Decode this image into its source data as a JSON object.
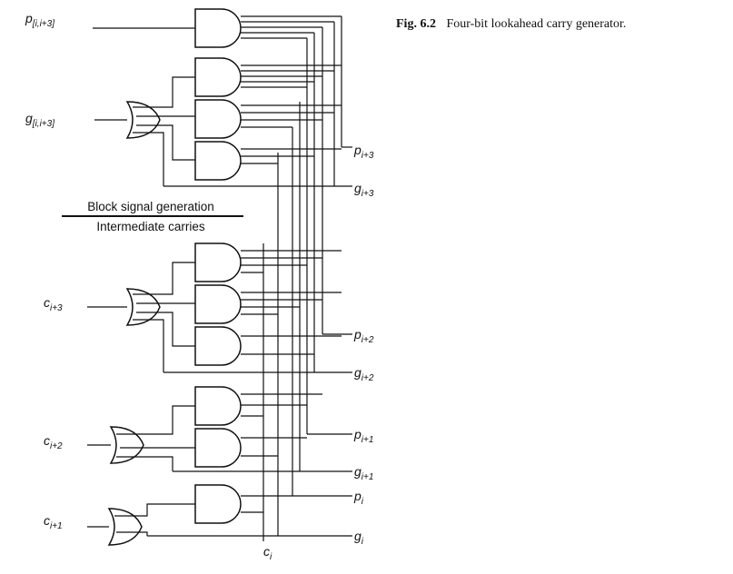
{
  "caption": {
    "fig_number": "Fig. 6.2",
    "text": "Four-bit lookahead carry generator."
  },
  "section_labels": {
    "top": "Block signal generation",
    "bottom": "Intermediate carries"
  },
  "output_labels": [
    {
      "base": "p",
      "sub": "[i,i+3]"
    },
    {
      "base": "g",
      "sub": "[i,i+3]"
    },
    {
      "base": "c",
      "sub": "i+3"
    },
    {
      "base": "c",
      "sub": "i+2"
    },
    {
      "base": "c",
      "sub": "i+1"
    }
  ],
  "input_labels": [
    {
      "base": "p",
      "sub": "i+3"
    },
    {
      "base": "g",
      "sub": "i+3"
    },
    {
      "base": "p",
      "sub": "i+2"
    },
    {
      "base": "g",
      "sub": "i+2"
    },
    {
      "base": "p",
      "sub": "i+1"
    },
    {
      "base": "g",
      "sub": "i+1"
    },
    {
      "base": "p",
      "sub": "i"
    },
    {
      "base": "g",
      "sub": "i"
    }
  ],
  "bottom_input": {
    "base": "c",
    "sub": "i"
  },
  "colors": {
    "ink": "#111111",
    "background": "#ffffff"
  }
}
